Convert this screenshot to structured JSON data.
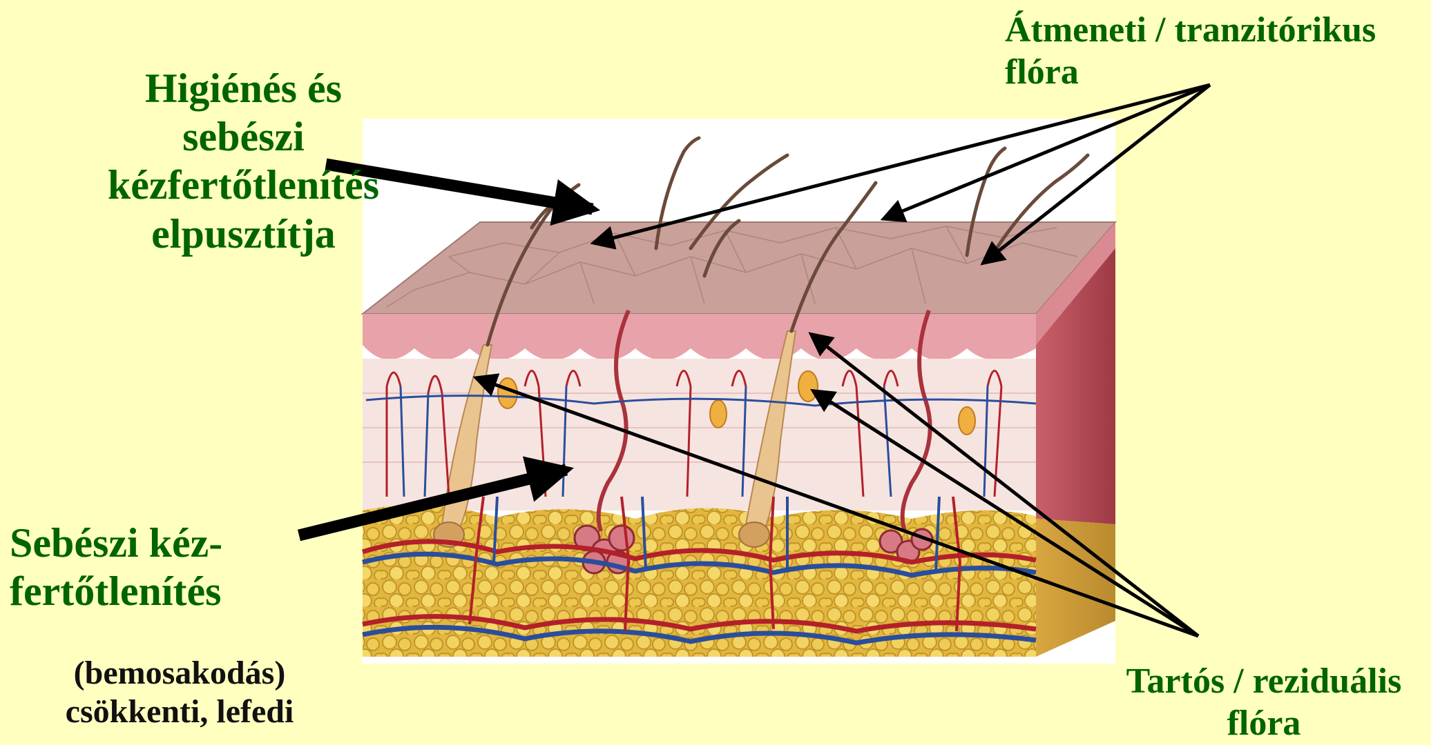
{
  "labels": {
    "hygienic": {
      "lines": [
        "Higiénés és",
        "sebészi",
        "kézfertőtlenítés",
        "elpusztítja"
      ]
    },
    "surgical": {
      "lines": [
        "Sebészi kéz-",
        "fertőtlenítés"
      ]
    },
    "surgical_note": {
      "lines": [
        "(bemosakodás)",
        "csökkenti, lefedi"
      ]
    },
    "transient": {
      "lines": [
        "Átmeneti / tranzitórikus",
        "flóra"
      ]
    },
    "resident": {
      "lines": [
        "Tartós / reziduális",
        "flóra"
      ]
    }
  },
  "colors": {
    "background": "#FFFFC0",
    "label_green": "#006400",
    "note_text": "#111111",
    "arrow": "#000000",
    "skin_surface": "#C9A09A",
    "epidermis": "#E8A2AA",
    "dermis": "#F6E4E0",
    "fat": "#E8C24A",
    "artery": "#B3202A",
    "vein": "#2A4E9C"
  },
  "illustration": {
    "subject": "skin cross-section",
    "icon": "skin-layers-illustration"
  }
}
